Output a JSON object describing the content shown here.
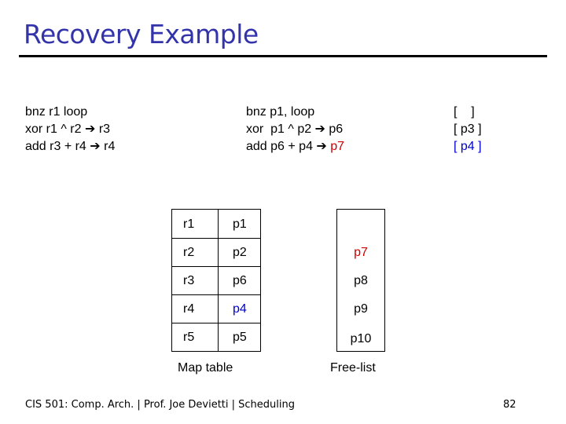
{
  "title": "Recovery Example",
  "original_code": [
    "bnz r1 loop",
    "xor r1 ^ r2 ➔ r3",
    "add r3 + r4 ➔ r4"
  ],
  "renamed_code": [
    {
      "text": "bnz p1, loop",
      "highlight": ""
    },
    {
      "text": "xor  p1 ^ p2 ➔ p6",
      "highlight": ""
    },
    {
      "text": "add p6 + p4 ➔ ",
      "highlight": "p7"
    }
  ],
  "overwritten": [
    {
      "text": "[    ]"
    },
    {
      "text": "[ p3 ]"
    },
    {
      "text": "[ p4 ]"
    }
  ],
  "map_table": {
    "caption": "Map table",
    "rows": [
      {
        "reg": "r1",
        "phys": "p1"
      },
      {
        "reg": "r2",
        "phys": "p2"
      },
      {
        "reg": "r3",
        "phys": "p6"
      },
      {
        "reg": "r4",
        "phys": "p4"
      },
      {
        "reg": "r5",
        "phys": "p5"
      }
    ]
  },
  "free_list": {
    "caption": "Free-list",
    "items": [
      "p7",
      "p8",
      "p9",
      "p10"
    ]
  },
  "footer": "CIS 501: Comp. Arch.  |  Prof. Joe Devietti  |  Scheduling",
  "page_number": "82",
  "colors": {
    "title": "#3333aa",
    "red": "#cc0000",
    "blue": "#0000cc"
  }
}
